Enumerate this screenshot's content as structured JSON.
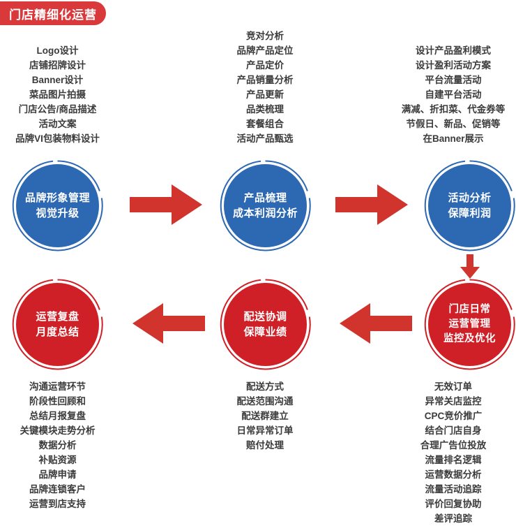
{
  "title": "门店精细化运营",
  "colors": {
    "banner": "#D9393B",
    "blue_node": "#2D68B2",
    "blue_ring": "#2D68B2",
    "red_node": "#CF2027",
    "red_ring": "#CF2027",
    "arrow": "#D0342C",
    "text": "#3b3b3b"
  },
  "nodes": [
    {
      "id": "brand-image",
      "color": "blue",
      "lines": [
        "品牌形象管理",
        "视觉升级"
      ]
    },
    {
      "id": "product-review",
      "color": "blue",
      "lines": [
        "产品梳理",
        "成本利润分析"
      ]
    },
    {
      "id": "campaign-analysis",
      "color": "blue",
      "lines": [
        "活动分析",
        "保障利润"
      ]
    },
    {
      "id": "daily-operations",
      "color": "red",
      "lines": [
        "门店日常",
        "运营管理",
        "监控及优化"
      ]
    },
    {
      "id": "delivery-coordination",
      "color": "red",
      "lines": [
        "配送协调",
        "保障业绩"
      ]
    },
    {
      "id": "operation-retrospective",
      "color": "red",
      "lines": [
        "运营复盘",
        "月度总结"
      ]
    }
  ],
  "text_groups": {
    "brand_image": [
      "Logo设计",
      "店铺招牌设计",
      "Banner设计",
      "菜品图片拍摄",
      "门店公告/商品描述",
      "活动文案",
      "品牌VI包装物料设计"
    ],
    "product_review": [
      "竞对分析",
      "品牌产品定位",
      "产品定价",
      "产品销量分析",
      "产品更新",
      "品类梳理",
      "套餐组合",
      "活动产品甄选"
    ],
    "campaign_analysis": [
      "设计产品盈利模式",
      "设计盈利活动方案",
      "平台流量活动",
      "自建平台活动",
      "满减、折扣菜、代金券等",
      "节假日、新品、促销等",
      "在Banner展示"
    ],
    "operation_retrospective": [
      "沟通运营环节",
      "阶段性回顾和",
      "总结月报复盘",
      "关键模块走势分析",
      "数据分析",
      "补贴资源",
      "品牌申请",
      "品牌连锁客户",
      "运营到店支持"
    ],
    "delivery_coordination": [
      "配送方式",
      "配送范围沟通",
      "配送群建立",
      "日常异常订单",
      "赔付处理"
    ],
    "daily_operations": [
      "无效订单",
      "异常关店监控",
      "CPC竞价推广",
      "结合门店自身",
      "合理广告位投放",
      "流量排名逻辑",
      "运营数据分析",
      "流量活动追踪",
      "评价回复协助",
      "差评追踪"
    ]
  },
  "arrows": [
    {
      "id": "arrow-brand-to-product",
      "direction": "right"
    },
    {
      "id": "arrow-product-to-campaign",
      "direction": "right"
    },
    {
      "id": "arrow-campaign-to-daily",
      "direction": "down"
    },
    {
      "id": "arrow-daily-to-delivery",
      "direction": "left"
    },
    {
      "id": "arrow-delivery-to-retrospective",
      "direction": "left"
    }
  ]
}
